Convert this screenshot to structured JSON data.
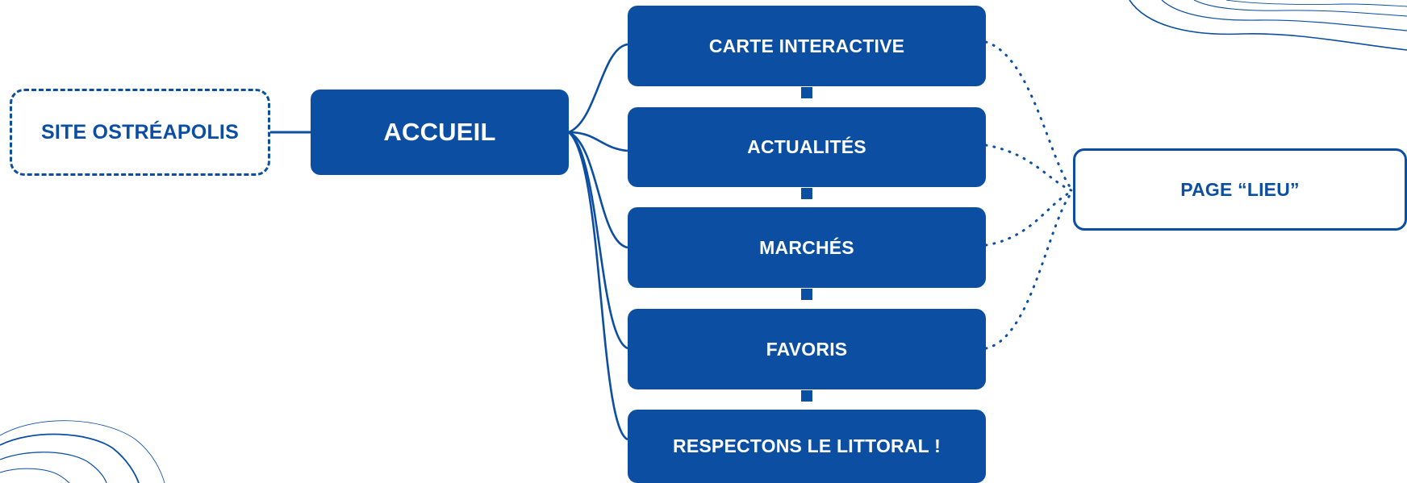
{
  "colors": {
    "primary": "#0b4ea2",
    "background": "#ffffff"
  },
  "nodes": {
    "site": "SITE OSTRÉAPOLIS",
    "accueil": "ACCUEIL",
    "carte": "CARTE INTERACTIVE",
    "actualites": "ACTUALITÉS",
    "marches": "MARCHÉS",
    "favoris": "FAVORIS",
    "respectons": "RESPECTONS LE LITTORAL !",
    "page_lieu": "PAGE “LIEU”"
  }
}
